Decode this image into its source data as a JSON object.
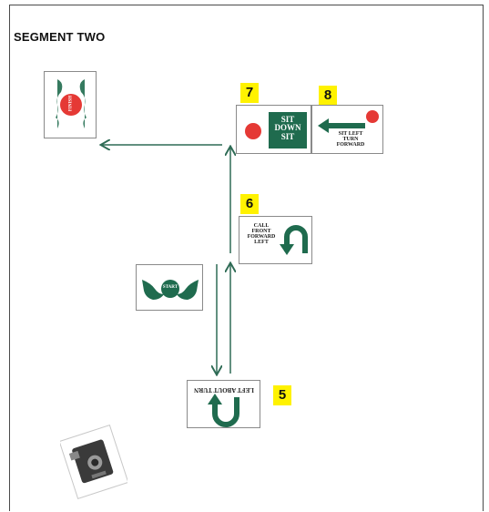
{
  "header": {
    "title": "SEGMENT TWO"
  },
  "station_numbers": {
    "s5": "5",
    "s6": "6",
    "s7": "7",
    "s8": "8"
  },
  "signs": {
    "finish": {
      "text": "FINISH"
    },
    "start": {
      "text": "START"
    },
    "left_about_turn": {
      "text": "LEFT ABOUT TURN"
    },
    "call_front": {
      "text": "CALL FRONT FORWARD LEFT"
    },
    "sit_down_sit": {
      "text": "SIT DOWN SIT"
    },
    "sit_left_turn": {
      "text": "SIT LEFT TURN FORWARD"
    }
  },
  "colors": {
    "green": "#1f6b4e",
    "red": "#e53935",
    "badge": "#fff200",
    "arrow": "#2e6b55"
  },
  "icons": {
    "camera": "camera-icon"
  }
}
